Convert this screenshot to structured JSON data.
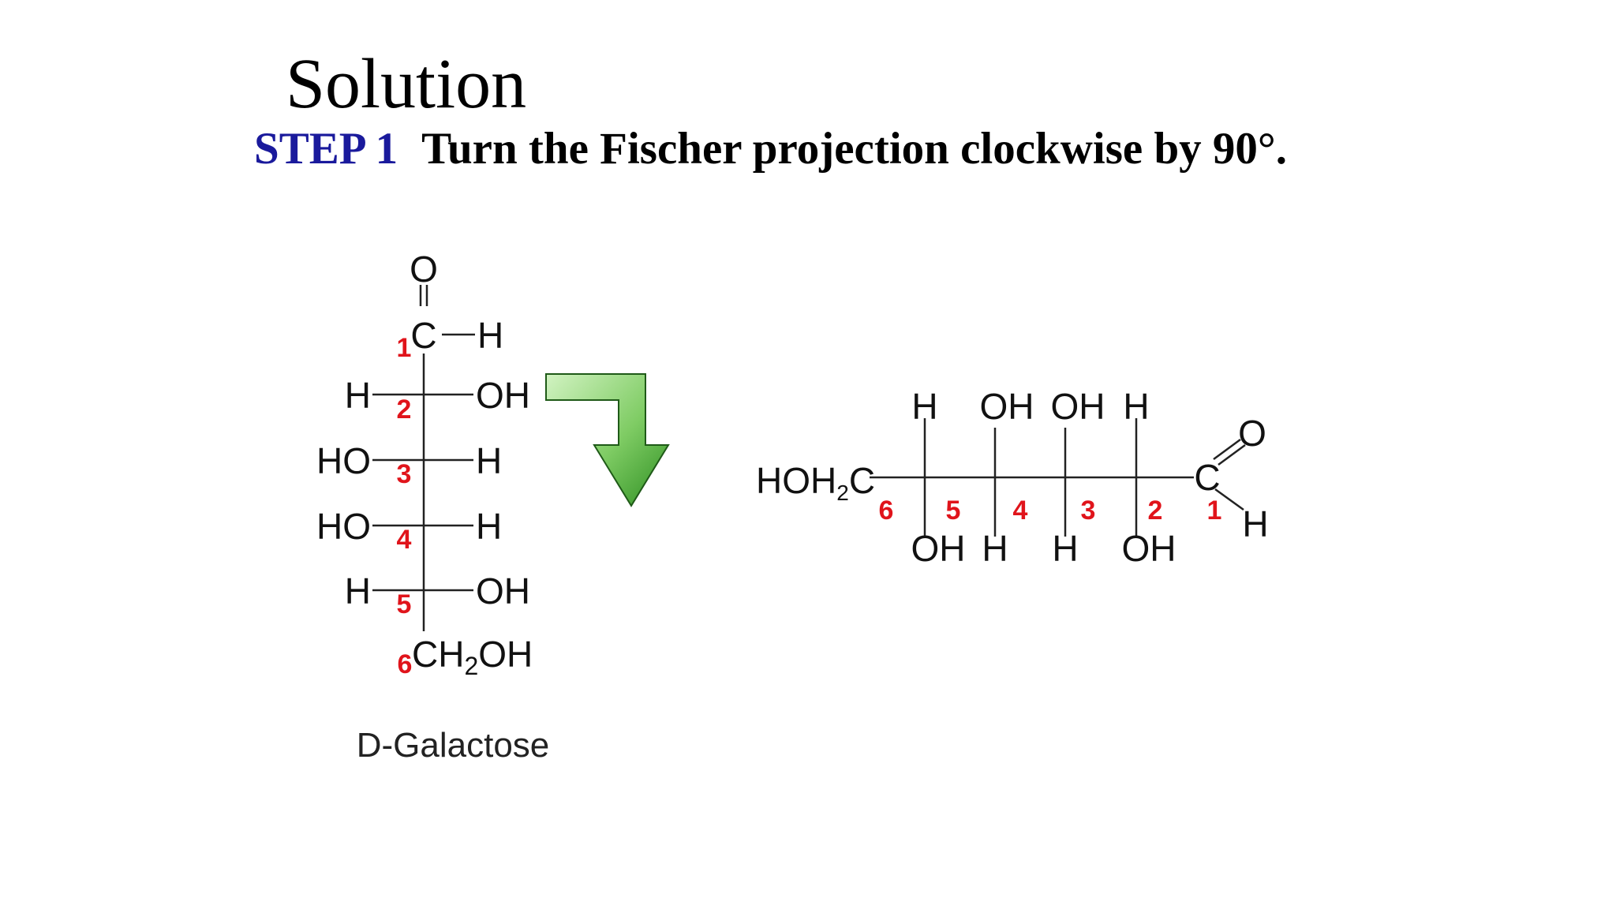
{
  "slide": {
    "title": "Solution",
    "step_label": "STEP 1",
    "step_text": "Turn the Fischer projection clockwise by 90°."
  },
  "fischer": {
    "top_o": "O",
    "c1": "C",
    "c1_h": "H",
    "rows": [
      {
        "left": "H",
        "right": "OH",
        "num": "2"
      },
      {
        "left": "HO",
        "right": "H",
        "num": "3"
      },
      {
        "left": "HO",
        "right": "H",
        "num": "4"
      },
      {
        "left": "H",
        "right": "OH",
        "num": "5"
      }
    ],
    "num1": "1",
    "num6": "6",
    "bottom_main": "CH",
    "bottom_sub": "2",
    "bottom_end": "OH",
    "caption": "D-Galactose"
  },
  "arrow": {
    "color_light": "#c4eeb0",
    "color_dark": "#3a9a2b",
    "icon": "turn-down-arrow-icon"
  },
  "horizontal": {
    "left_main": "HOH",
    "left_sub": "2",
    "left_end": "C",
    "top": [
      "H",
      "OH",
      "OH",
      "H"
    ],
    "bottom": [
      "OH",
      "H",
      "H",
      "OH"
    ],
    "nums": [
      "6",
      "5",
      "4",
      "3",
      "2",
      "1"
    ],
    "c1": "C",
    "o": "O",
    "h": "H"
  },
  "colors": {
    "step_label": "#1a1a9c",
    "numbers": "#e0141b",
    "text": "#000000"
  }
}
